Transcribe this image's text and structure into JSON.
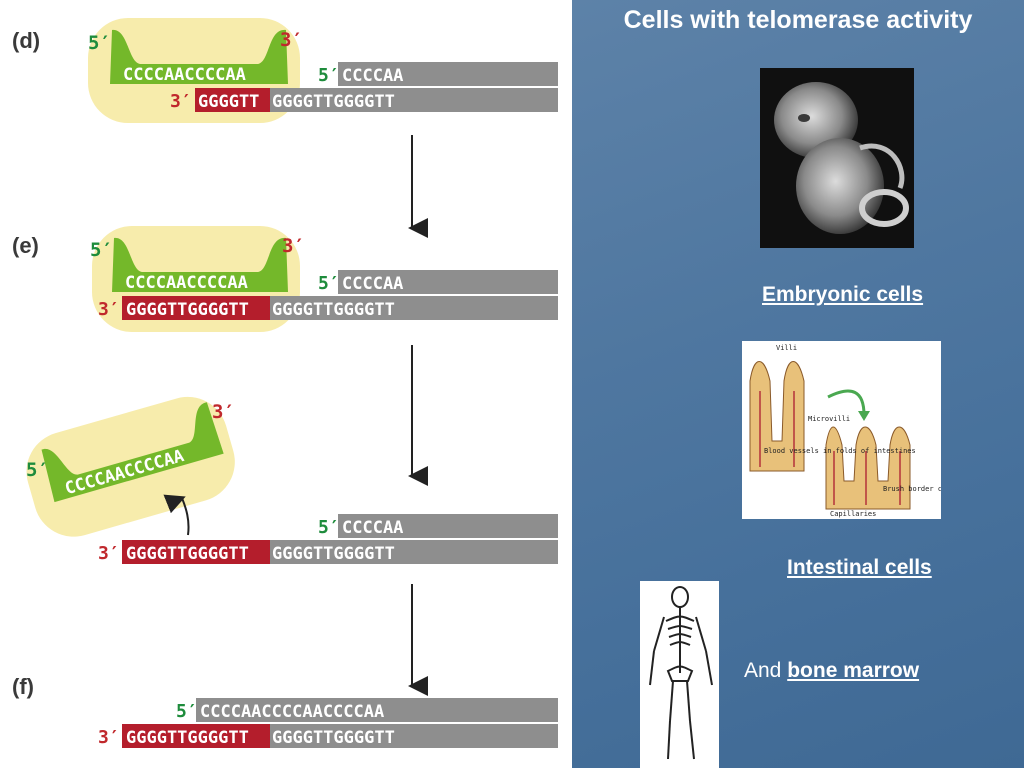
{
  "left": {
    "labels": {
      "d": "(d)",
      "e": "(e)",
      "f": "(f)"
    },
    "five_prime": "5′",
    "three_prime": "3′",
    "template_rna": "CCCCAACCCCAA",
    "top_strand_short": "CCCCAA",
    "top_strand_long": "CCCCAACCCCAACCCCAA",
    "d_new": "GGGGTT",
    "d_old": "GGGGTTGGGGTT",
    "e_new": "GGGGTTGGGGTT",
    "e_old": "GGGGTTGGGGTT",
    "f_new": "GGGGTTGGGGTT",
    "f_old": "GGGGTTGGGGTT"
  },
  "right": {
    "title": "Cells with telomerase activity",
    "caption_embryo": "Embryonic cells",
    "caption_intestine": "Intestinal cells",
    "caption_bone_prefix": "And",
    "caption_bone": "bone marrow",
    "intestine_labels": {
      "villi": "Villi",
      "microvilli": "Microvilli",
      "blood_vessels": "Blood vessels in folds of intestines",
      "brush_border": "Brush border cells",
      "capillaries": "Capillaries"
    }
  },
  "colors": {
    "background_blue": "#4f77a0",
    "enzyme_yellow": "#f7ecac",
    "rna_green": "#74b82a",
    "new_dna_red": "#b41e2c",
    "dna_gray": "#8e8e8e",
    "prime_green": "#1e8c3c",
    "prime_red": "#c0282c"
  }
}
